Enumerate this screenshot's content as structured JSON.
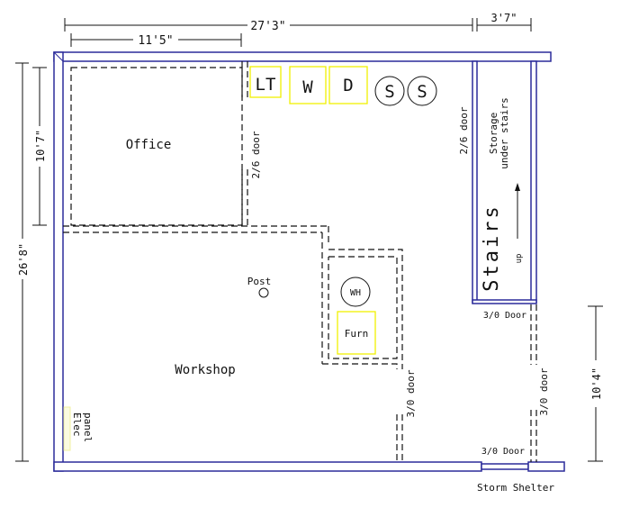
{
  "dimensions": {
    "overall_width": "27'3\"",
    "office_width": "11'5\"",
    "stair_width": "3'7\"",
    "overall_depth": "26'8\"",
    "office_depth": "10'7\"",
    "shelter_depth": "10'4\""
  },
  "rooms": {
    "office": "Office",
    "workshop": "Workshop",
    "storage_line1": "Storage",
    "storage_line2": "under stairs",
    "stairs": "Stairs",
    "stairs_direction": "up",
    "storm_shelter": "Storm Shelter"
  },
  "fixtures": {
    "laundry_tub": "LT",
    "washer": "W",
    "dryer": "D",
    "sink1": "S",
    "sink2": "S",
    "water_heater": "WH",
    "furnace": "Furn",
    "post": "Post",
    "elec_line1": "Elec",
    "elec_line2": "panel"
  },
  "doors": {
    "office_door": "2/6 door",
    "storage_door": "2/6 door",
    "stair_door": "3/0 Door",
    "furnace_door": "3/0 door",
    "shelter_side_door": "3/0 door",
    "shelter_door": "3/0 Door"
  },
  "colors": {
    "wall": "#2b2b9a",
    "appliance": "#f0f000"
  }
}
